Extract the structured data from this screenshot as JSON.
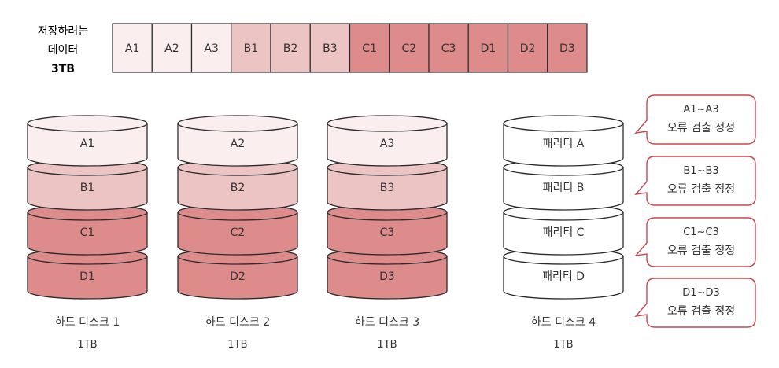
{
  "colors": {
    "stroke": "#2b2b2b",
    "text": "#333333",
    "a": "#fbeeee",
    "b": "#edc4c4",
    "c": "#dd8b8b",
    "d": "#dd8b8b",
    "parity": "#ffffff",
    "bubble_border": "#c9474f"
  },
  "header": {
    "label_line1": "저장하려는",
    "label_line2": "데이터",
    "label_line3": "3TB"
  },
  "strip": {
    "blocks": [
      {
        "label": "A1",
        "group": "a"
      },
      {
        "label": "A2",
        "group": "a"
      },
      {
        "label": "A3",
        "group": "a"
      },
      {
        "label": "B1",
        "group": "b"
      },
      {
        "label": "B2",
        "group": "b"
      },
      {
        "label": "B3",
        "group": "b"
      },
      {
        "label": "C1",
        "group": "c"
      },
      {
        "label": "C2",
        "group": "c"
      },
      {
        "label": "C3",
        "group": "c"
      },
      {
        "label": "D1",
        "group": "d"
      },
      {
        "label": "D2",
        "group": "d"
      },
      {
        "label": "D3",
        "group": "d"
      }
    ]
  },
  "disks": [
    {
      "name": "하드 디스크 1",
      "size": "1TB",
      "layers": [
        {
          "label": "A1",
          "group": "a"
        },
        {
          "label": "B1",
          "group": "b"
        },
        {
          "label": "C1",
          "group": "c"
        },
        {
          "label": "D1",
          "group": "d"
        }
      ]
    },
    {
      "name": "하드 디스크 2",
      "size": "1TB",
      "layers": [
        {
          "label": "A2",
          "group": "a"
        },
        {
          "label": "B2",
          "group": "b"
        },
        {
          "label": "C2",
          "group": "c"
        },
        {
          "label": "D2",
          "group": "d"
        }
      ]
    },
    {
      "name": "하드 디스크 3",
      "size": "1TB",
      "layers": [
        {
          "label": "A3",
          "group": "a"
        },
        {
          "label": "B3",
          "group": "b"
        },
        {
          "label": "C3",
          "group": "c"
        },
        {
          "label": "D3",
          "group": "d"
        }
      ]
    },
    {
      "name": "하드 디스크 4",
      "size": "1TB",
      "layers": [
        {
          "label": "패리티 A",
          "group": "parity"
        },
        {
          "label": "패리티 B",
          "group": "parity"
        },
        {
          "label": "패리티 C",
          "group": "parity"
        },
        {
          "label": "패리티 D",
          "group": "parity"
        }
      ]
    }
  ],
  "callouts": [
    {
      "range": "A1~A3",
      "text": "오류 검출 정정"
    },
    {
      "range": "B1~B3",
      "text": "오류 검출 정정"
    },
    {
      "range": "C1~C3",
      "text": "오류 검출 정정"
    },
    {
      "range": "D1~D3",
      "text": "오류 검출 정정"
    }
  ]
}
